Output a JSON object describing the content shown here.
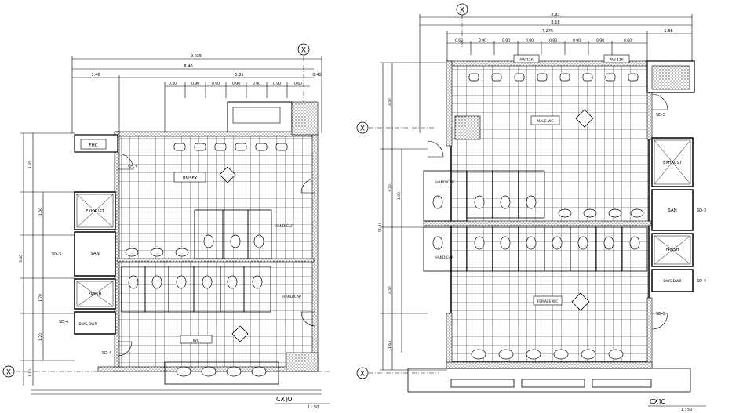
{
  "left_plan": {
    "grid_marker": "X",
    "dims_top_total": "9.035",
    "dims_top_sub": "8.40",
    "dims_top_row": [
      "1.46",
      "5.85",
      "0.40"
    ],
    "dims_top_fixtures": [
      "0.40",
      "0.90",
      "0.90",
      "0.90",
      "0.90",
      "0.90",
      "0.60"
    ],
    "dims_left": [
      "1.35",
      "1.50",
      "1.70",
      "1.20",
      "3.40",
      "1.10"
    ],
    "room_labels": {
      "fhc": "FHC",
      "exhaust": "EXHAUST",
      "san": "SAN",
      "fresh": "FRESH",
      "dws": "DWS,DWR",
      "handicap_1": "HANDICAP",
      "handicap_2": "HANDICAP"
    },
    "door_tags": [
      "SD-3",
      "SD-3",
      "SD-4",
      "SD-4"
    ],
    "mark_tags": [
      "UNISEX",
      "WC"
    ],
    "title_symbol": "CX]O",
    "title_scale": "1 : 50"
  },
  "right_plan": {
    "grid_marker": "X",
    "dims_top_total": "8.93",
    "dims_top_sub": "8.16",
    "dims_top_row": [
      "7.275",
      "1.88"
    ],
    "dims_top_fixtures": [
      "0.60",
      "0.90",
      "0.90",
      "0.90",
      "0.90",
      "0.90",
      "0.90",
      "0.60"
    ],
    "dims_left": [
      "3.50",
      "3.50",
      "11.40",
      "1.90",
      "3.50",
      "1.63"
    ],
    "room_labels": {
      "exhaust": "EXHAUST",
      "san": "SAN",
      "fresh": "FRESH",
      "dws": "DWS,DWR",
      "handicap_1": "HANDICAP",
      "handicap_2": "HANDICAP",
      "ahu_1": "AW-11K",
      "ahu_2": "AW-11K"
    },
    "door_tags": [
      "SD-5",
      "SD-3",
      "SD-4",
      "SD-5"
    ],
    "mark_tags": [
      "MALE WC",
      "FEMALE WC"
    ],
    "title_symbol": "CX]O",
    "title_scale": "1 : 50"
  }
}
